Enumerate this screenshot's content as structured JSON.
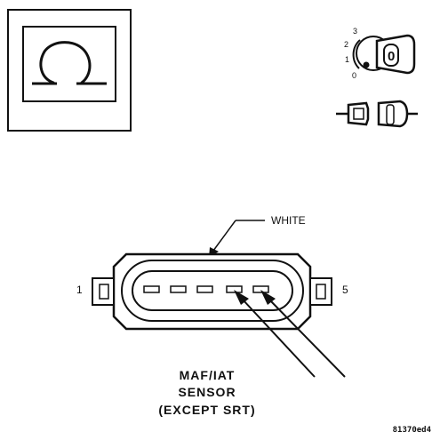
{
  "meter_symbol": {
    "glyph": "Ω",
    "meaning": "ohmmeter"
  },
  "ignition_switch": {
    "positions": [
      "3",
      "2",
      "1",
      "0"
    ],
    "key_label": "0"
  },
  "connector": {
    "color_label": "WHITE",
    "pin_left": "1",
    "pin_right": "5"
  },
  "caption": {
    "line1": "MAF/IAT",
    "line2": "SENSOR",
    "line3": "(EXCEPT SRT)"
  },
  "figure_id": "81370ed4"
}
